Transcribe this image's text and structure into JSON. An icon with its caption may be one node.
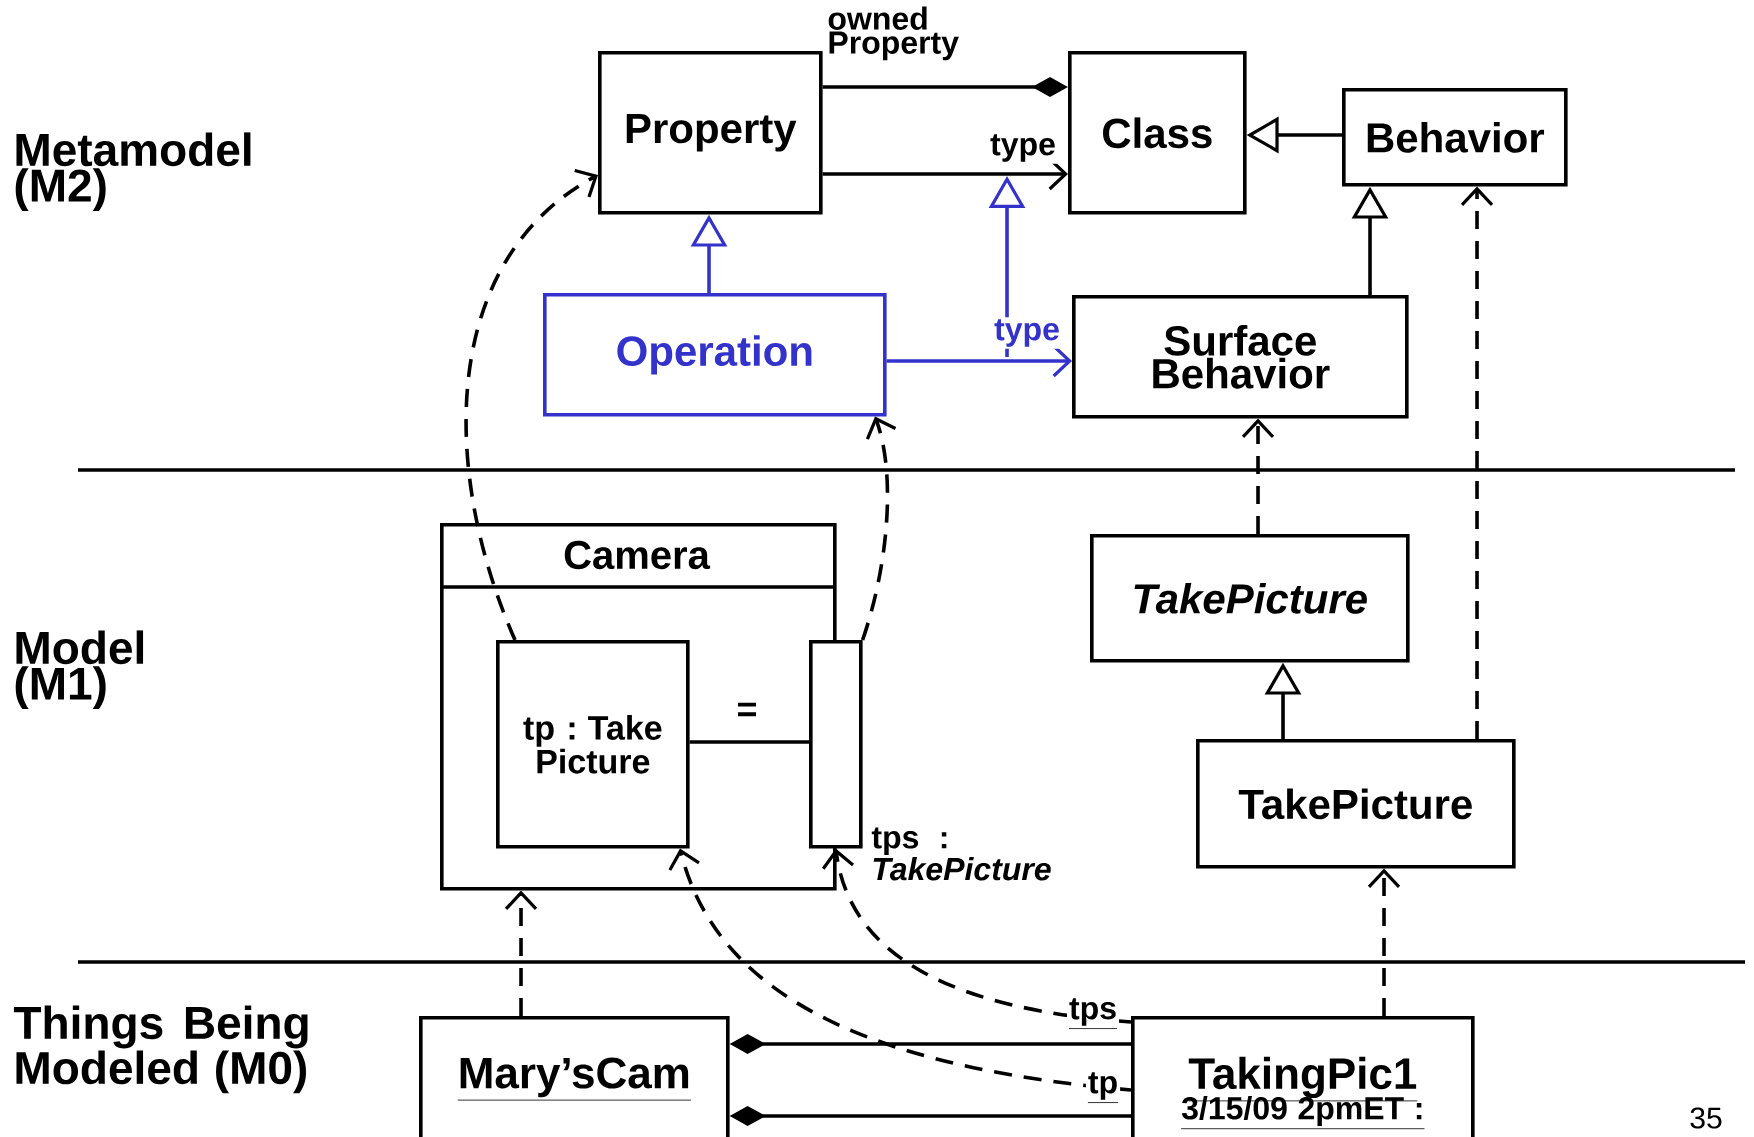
{
  "diagram": {
    "nodes": [
      {
        "text": [
          "Property"
        ]
      },
      {
        "text": [
          "Class"
        ]
      },
      {
        "text": [
          "Behavior"
        ]
      },
      {
        "text": [
          "Operation"
        ]
      },
      {
        "text": [
          "Surface Behavior"
        ]
      },
      {
        "text": [
          "Camera"
        ]
      },
      {
        "text": [
          "tp : Take Picture"
        ],
        "in": 5
      },
      {
        "text": [],
        "shape": "box",
        "beside": [
          "tps : *TakePicture*"
        ]
      },
      {
        "text": [
          "TakePicture"
        ]
      },
      {
        "text": [
          "TakePicture"
        ]
      },
      {
        "text": [
          "Mary’sCam"
        ]
      },
      {
        "text": [
          "TakingPic1",
          "3/15/09 2pmET :"
        ]
      }
    ],
    "edges": [
      {
        "from": 0,
        "to": 1,
        "arrow": "other",
        "label": "owned Property"
      },
      {
        "from": 0,
        "to": 1,
        "arrow": "to",
        "label": "type"
      },
      {
        "from": 2,
        "to": 1,
        "arrow": "to"
      },
      {
        "from": 3,
        "to": 0,
        "arrow": "to",
        "color": "#3333cc"
      },
      {
        "from": 3,
        "to": 4,
        "arrow": "to",
        "label": "type",
        "color": "#3333cc"
      },
      {
        "from": 4,
        "to": 2,
        "arrow": "to"
      },
      {
        "from": 6,
        "to": 0,
        "arrow": "to",
        "style": "dashed"
      },
      {
        "from": 7,
        "to": 3,
        "arrow": "to",
        "style": "dashed"
      },
      {
        "from": 8,
        "to": 4,
        "arrow": "to",
        "style": "dashed"
      },
      {
        "from": 9,
        "to": 8,
        "arrow": "to"
      },
      {
        "from": 9,
        "to": 2,
        "arrow": "to",
        "style": "dashed"
      },
      {
        "from": 10,
        "to": 5,
        "arrow": "to",
        "style": "dashed"
      },
      {
        "from": 11,
        "to": 9,
        "arrow": "to",
        "style": "dashed"
      },
      {
        "from": 11,
        "to": 7,
        "arrow": "to",
        "style": "dashed",
        "label": "tps"
      },
      {
        "from": 11,
        "to": 6,
        "arrow": "to",
        "style": "dashed",
        "label": "tp"
      },
      {
        "from": 11,
        "to": 10,
        "arrow": "other"
      },
      {
        "from": 11,
        "to": 10,
        "arrow": "other"
      },
      {
        "from": 6,
        "to": 7,
        "arrow": "none",
        "label": "="
      }
    ],
    "labels": [
      "Metamodel (M2)",
      "Model (M1)",
      "Things Being Modeled (M0)",
      "35"
    ]
  }
}
